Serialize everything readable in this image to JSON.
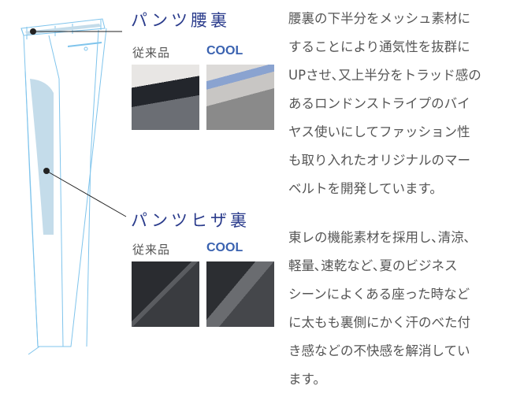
{
  "waist": {
    "title": "パンツ腰裏",
    "conventional_label": "従来品",
    "cool_label": "COOL",
    "description_lines": [
      "腰裏の下半分をメッシュ素材に",
      "することにより通気性を抜群に",
      "UPさせ､又上半分をトラッド感の",
      "あるロンドンストライプのバイ",
      "ヤス使いにしてファッション性",
      "も取り入れたオリジナルのマー",
      "ベルトを開発しています。"
    ]
  },
  "knee": {
    "title": "パンツヒザ裏",
    "conventional_label": "従来品",
    "cool_label": "COOL",
    "description_lines": [
      "東レの機能素材を採用し､清涼､",
      "軽量､速乾など､夏のビジネス",
      "シーンによくある座った時など",
      "に太もも裏側にかく汗のべた付",
      "き感などの不快感を解消してい",
      "ます。"
    ]
  },
  "colors": {
    "title": "#2b3c8c",
    "cool": "#3a62b0",
    "outline": "#7fc4ec",
    "fill": "#c4dcea"
  }
}
